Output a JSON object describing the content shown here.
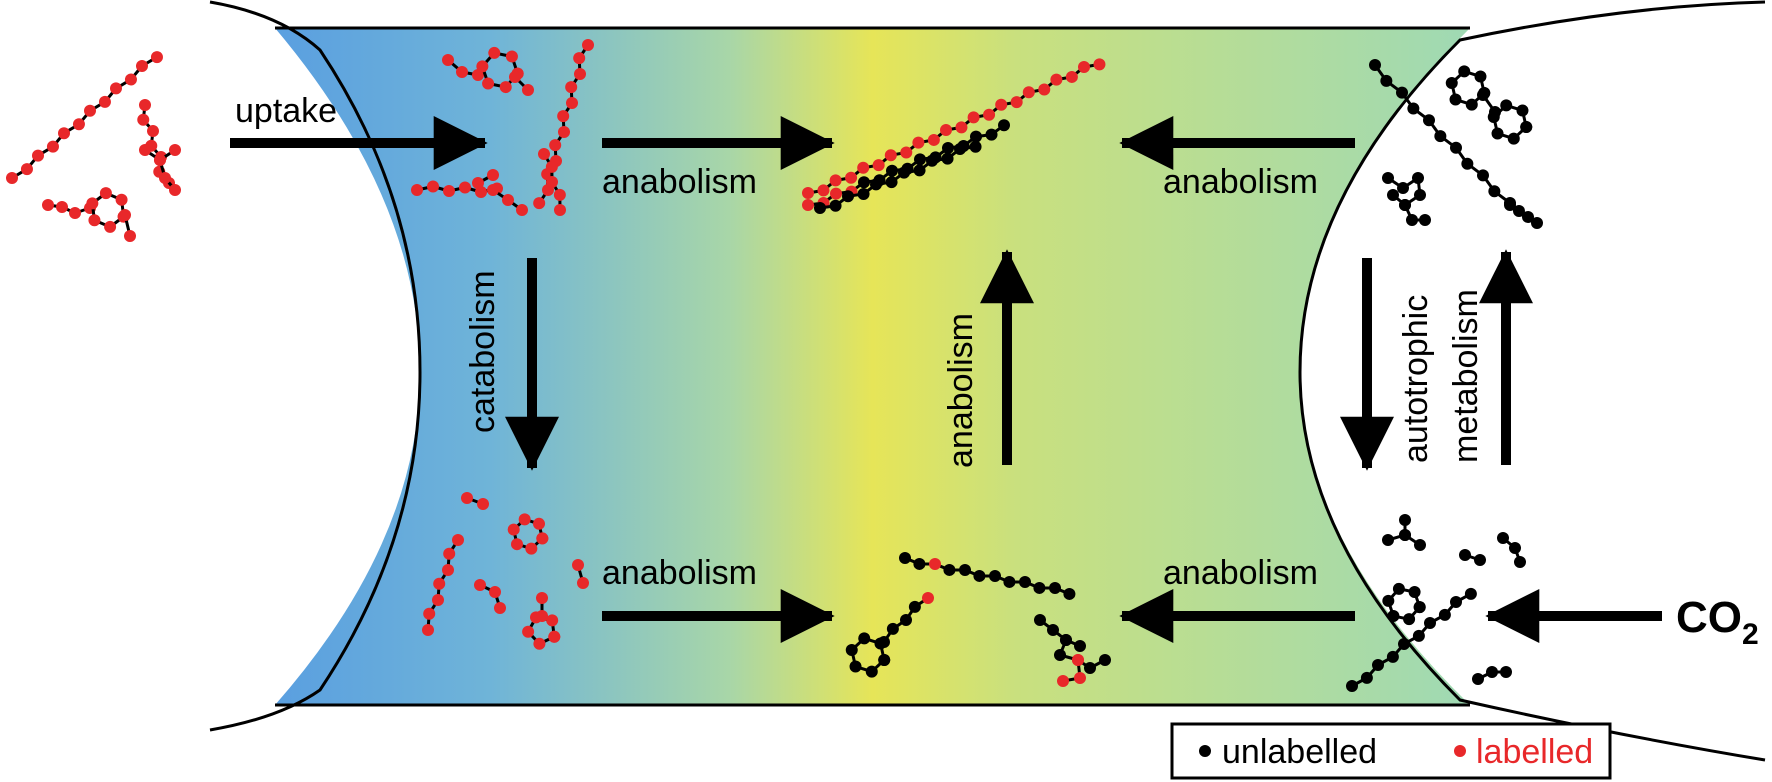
{
  "labels": {
    "uptake": "uptake",
    "anabolism": "anabolism",
    "catabolism": "catabolism",
    "autotrophic": "autotrophic",
    "metabolism": "metabolism",
    "co2_main": "CO",
    "co2_sub": "2"
  },
  "legend": {
    "unlabelled": "unlabelled",
    "labelled": "labelled"
  },
  "colors": {
    "labelled": "#e8282a",
    "unlabelled": "#000000",
    "gradient_left": "#5a9fe0",
    "gradient_mid": "#e6e558",
    "gradient_right": "#9fd9b4",
    "arrow": "#000000"
  }
}
